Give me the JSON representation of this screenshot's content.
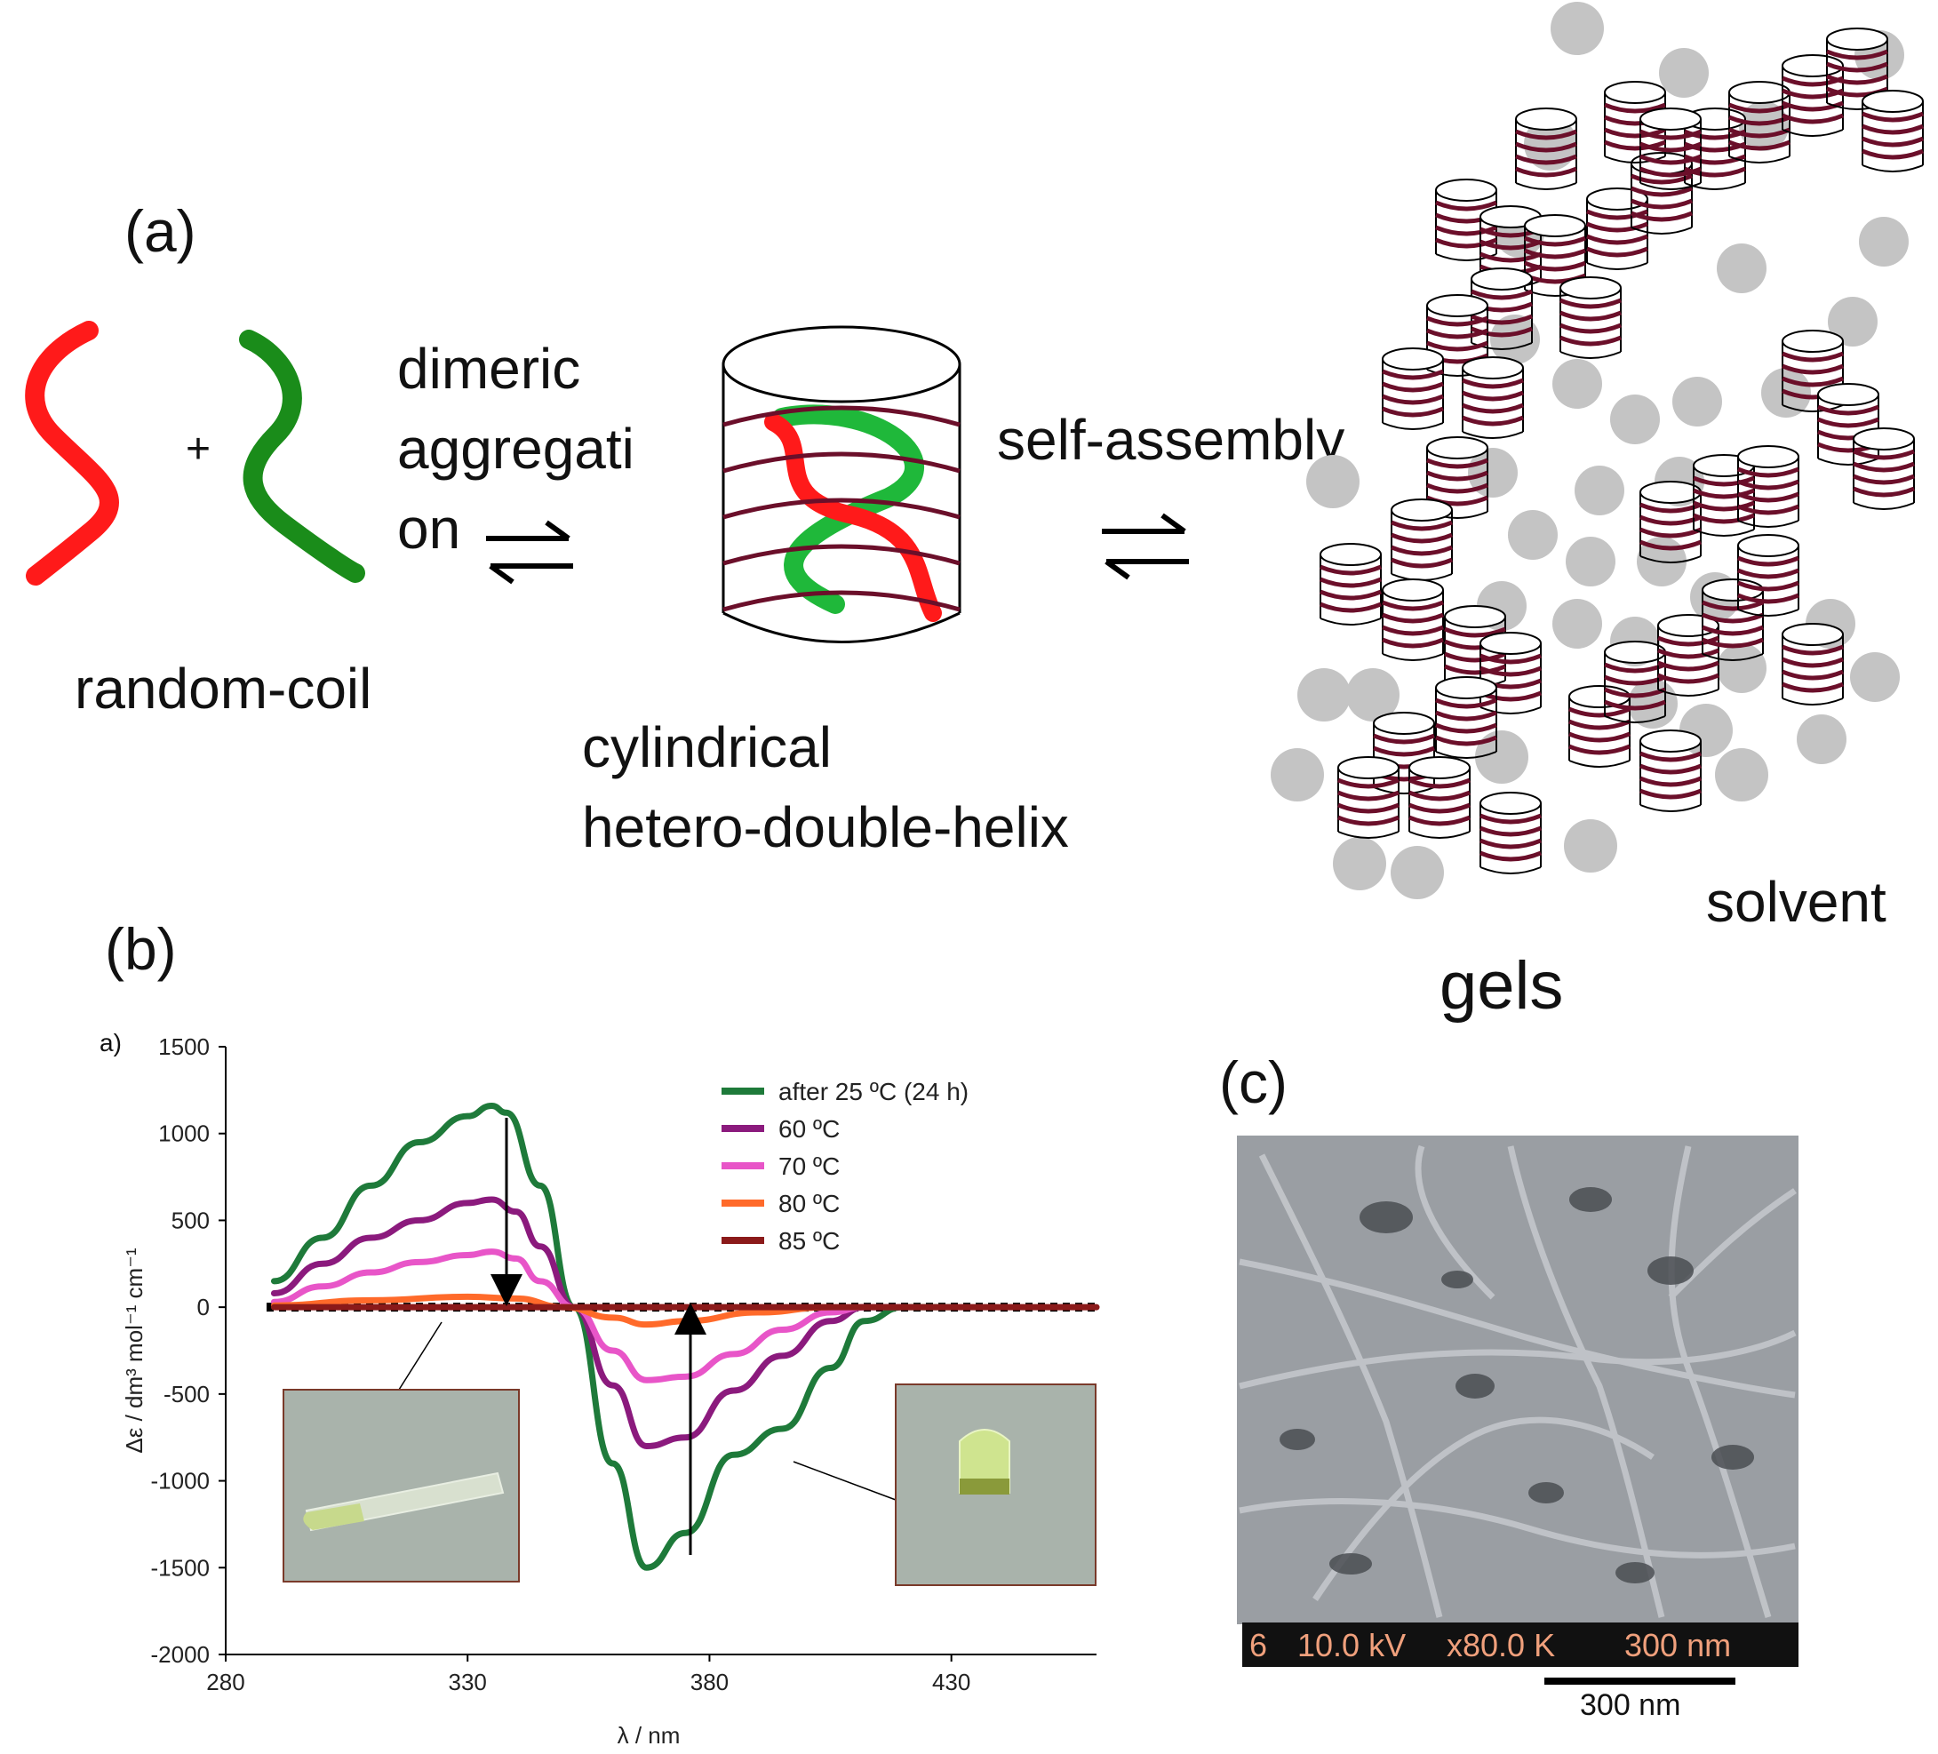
{
  "panel_a": {
    "label": "(a)",
    "reaction_label": [
      "dimeric",
      "aggregati",
      "on"
    ],
    "plus": "+",
    "random_coil": "random-coil",
    "helix_label": [
      "cylindrical",
      "hetero-double-helix"
    ],
    "self_assembly": "self-assembly",
    "solvent": "solvent",
    "gels": "gels",
    "colors": {
      "strand_red": "#ff1a1a",
      "strand_green": "#1a8c1a",
      "helix_wire": "#6b0f2a",
      "solvent_dot": "#c4c4c4"
    }
  },
  "panel_b": {
    "label": "(b)",
    "sub_label": "a)",
    "chart_data": {
      "type": "line",
      "xlabel": "λ / nm",
      "ylabel": "Δε / dm³ mol⁻¹ cm⁻¹",
      "xlim": [
        280,
        460
      ],
      "ylim": [
        -2000,
        1500
      ],
      "xticks": [
        280,
        330,
        380,
        430
      ],
      "yticks": [
        1500,
        1000,
        500,
        0,
        -500,
        -1000,
        -1500,
        -2000
      ],
      "series": [
        {
          "name": "after 25 ºC (24 h)",
          "color": "#1e7a3a",
          "x": [
            290,
            300,
            310,
            320,
            330,
            335,
            338,
            345,
            352,
            360,
            367,
            375,
            385,
            395,
            405,
            412,
            420,
            430
          ],
          "y": [
            150,
            400,
            700,
            950,
            1100,
            1160,
            1120,
            700,
            0,
            -900,
            -1500,
            -1300,
            -850,
            -700,
            -350,
            -80,
            0,
            0
          ]
        },
        {
          "name": "60 ºC",
          "color": "#8b1a7d",
          "x": [
            290,
            300,
            310,
            320,
            330,
            335,
            340,
            345,
            352,
            360,
            367,
            375,
            385,
            395,
            405,
            412,
            420
          ],
          "y": [
            80,
            250,
            400,
            500,
            600,
            620,
            550,
            350,
            0,
            -450,
            -800,
            -750,
            -480,
            -280,
            -80,
            0,
            0
          ]
        },
        {
          "name": "70 ºC",
          "color": "#e855c8",
          "x": [
            290,
            300,
            310,
            320,
            330,
            335,
            340,
            345,
            352,
            360,
            367,
            375,
            385,
            395,
            405,
            412
          ],
          "y": [
            30,
            120,
            200,
            260,
            300,
            320,
            280,
            150,
            0,
            -250,
            -420,
            -400,
            -270,
            -130,
            -30,
            0
          ]
        },
        {
          "name": "80 ºC",
          "color": "#ff6a2a",
          "x": [
            290,
            310,
            330,
            340,
            350,
            360,
            367,
            375,
            390,
            405
          ],
          "y": [
            10,
            40,
            60,
            50,
            0,
            -60,
            -100,
            -80,
            -30,
            0
          ]
        },
        {
          "name": "85 ºC",
          "color": "#8b1a1a",
          "x": [
            290,
            460
          ],
          "y": [
            0,
            0
          ]
        }
      ]
    }
  },
  "panel_c": {
    "label": "(c)",
    "sem_info": [
      "6",
      "10.0 kV",
      "x80.0 K",
      "300 nm"
    ],
    "scale_label": "300 nm"
  }
}
